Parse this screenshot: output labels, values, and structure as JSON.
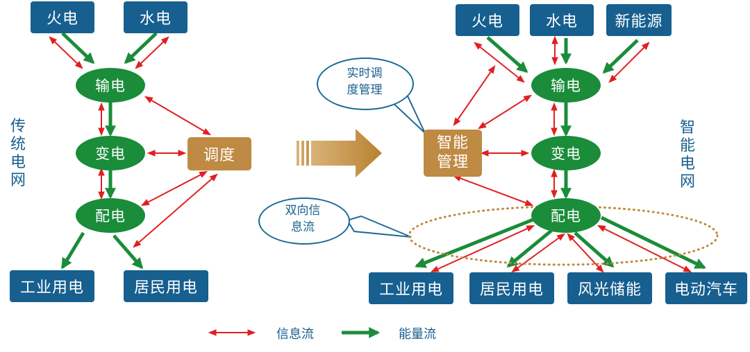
{
  "traditional": {
    "title": "传统电网",
    "nodes": {
      "thermal": "火电",
      "hydro": "水电",
      "transmission": "输电",
      "substation": "变电",
      "distribution": "配电",
      "dispatch": "调度",
      "industrial": "工业用电",
      "residential": "居民用电"
    }
  },
  "smart": {
    "title": "智能电网",
    "nodes": {
      "thermal": "火电",
      "hydro": "水电",
      "renewable": "新能源",
      "transmission": "输电",
      "substation": "变电",
      "distribution": "配电",
      "management_line1": "智能",
      "management_line2": "管理",
      "industrial": "工业用电",
      "residential": "居民用电",
      "storage": "风光储能",
      "ev": "电动汽车"
    },
    "callout_realtime_line1": "实时调",
    "callout_realtime_line2": "度管理",
    "callout_bidirectional_line1": "双向信",
    "callout_bidirectional_line2": "息流"
  },
  "legend": {
    "info_flow": "信息流",
    "energy_flow": "能量流"
  },
  "colors": {
    "box": "#175f8f",
    "energy": "#1a8c3a",
    "info": "#e02020",
    "dispatch": "#bf8a43",
    "transform_arrow": "#b8822f"
  }
}
